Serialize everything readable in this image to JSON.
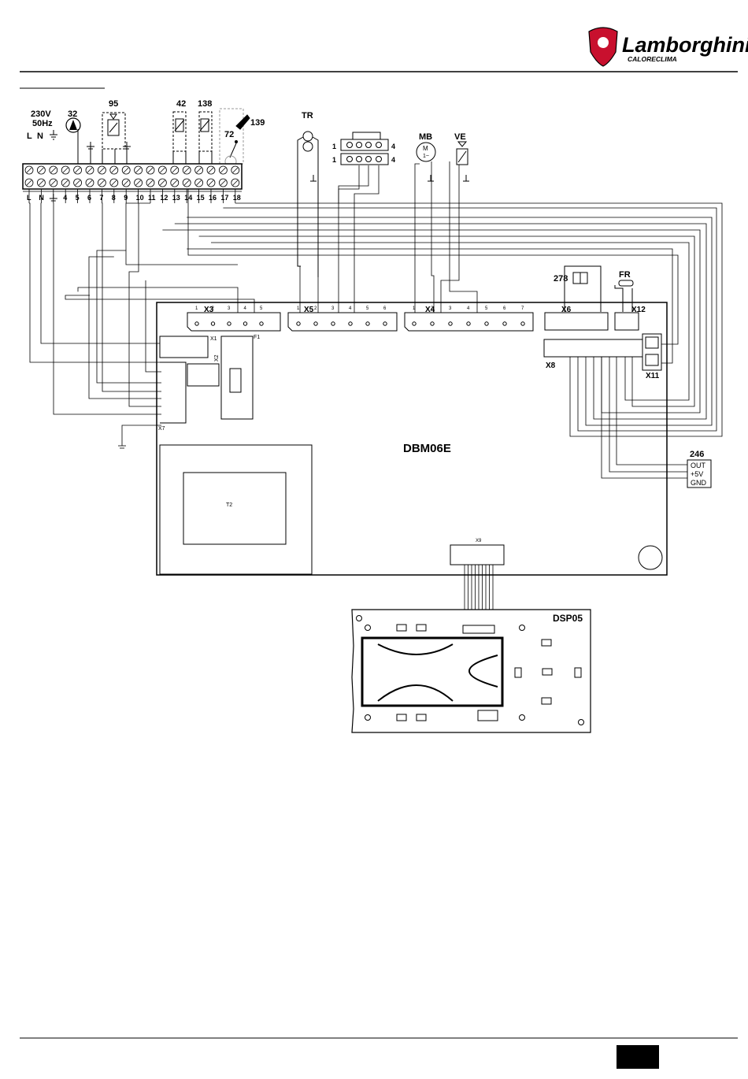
{
  "brand": {
    "name": "Lamborghini",
    "sub": "CALORECLIMA",
    "colors": {
      "shield": "#c8102e",
      "text": "#000000"
    }
  },
  "diagram": {
    "supply": {
      "voltage": "230V",
      "freq": "50Hz"
    },
    "components": {
      "pump": "32",
      "valve": "95",
      "c42": "42",
      "c138": "138",
      "c139": "139",
      "c72": "72",
      "tr": "TR",
      "mb": "MB",
      "ve": "VE",
      "c278": "278",
      "fr": "FR",
      "c246": "246",
      "s246_out": "OUT",
      "s246_5v": "+5V",
      "s246_gnd": "GND"
    },
    "terminal_labels": [
      "L",
      "N",
      "",
      "4",
      "5",
      "6",
      "7",
      "8",
      "9",
      "10",
      "11",
      "12",
      "13",
      "14",
      "15",
      "16",
      "17",
      "18"
    ],
    "top_labels": [
      "L",
      "N"
    ],
    "board": {
      "name": "DBM06E",
      "x3": "X3",
      "x5": "X5",
      "x4": "X4",
      "x6": "X6",
      "x12": "X12",
      "x8": "X8",
      "x11": "X11",
      "x7": "X7",
      "x1": "X1",
      "x2": "X2",
      "x9": "X9",
      "f1": "F1",
      "t2": "T2",
      "x3_pins": [
        "1",
        "2",
        "3",
        "4",
        "5"
      ],
      "x5_pins": [
        "1",
        "2",
        "3",
        "4",
        "5",
        "6"
      ],
      "x4_pins": [
        "1",
        "2",
        "3",
        "4",
        "5",
        "6",
        "7"
      ]
    },
    "gas_valve_pins": {
      "left": "1",
      "right": "4"
    },
    "display": {
      "name": "DSP05"
    }
  }
}
